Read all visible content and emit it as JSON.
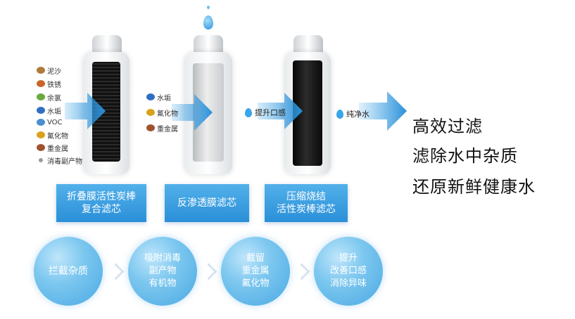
{
  "contaminants": [
    {
      "label": "泥沙",
      "color": "#b07a3a"
    },
    {
      "label": "铁锈",
      "color": "#c8642a"
    },
    {
      "label": "余氯",
      "color": "#6aaa3a"
    },
    {
      "label": "水垢",
      "color": "#2f6fc0"
    },
    {
      "label": "VOC",
      "color": "#4a8fd0"
    },
    {
      "label": "氟化物",
      "color": "#d9a21a"
    },
    {
      "label": "重金属",
      "color": "#a0522d"
    },
    {
      "label": "消毒副产物",
      "color": "#9a9a9a"
    }
  ],
  "contaminants2": [
    {
      "label": "水垢",
      "color": "#2f6fc0"
    },
    {
      "label": "氟化物",
      "color": "#d9a21a"
    },
    {
      "label": "重金属",
      "color": "#a0522d"
    }
  ],
  "notes": {
    "taste": "提升口感",
    "pure": "纯净水"
  },
  "filters": [
    {
      "label": "折叠膜活性炭棒\n复合滤芯"
    },
    {
      "label": "反渗透膜滤芯"
    },
    {
      "label": "压缩烧结\n活性炭棒滤芯"
    }
  ],
  "bubbles": [
    {
      "label": "拦截杂质"
    },
    {
      "label": "吸附消毒\n副产物\n有机物"
    },
    {
      "label": "截留\n重金属\n氟化物"
    },
    {
      "label": "提升\n改善口感\n消除异味"
    }
  ],
  "taglines": [
    "高效过滤",
    "滤除水中杂质",
    "还原新鲜健康水"
  ],
  "colors": {
    "accent": "#2a8fd8",
    "arrow": "#3aa3e6"
  }
}
